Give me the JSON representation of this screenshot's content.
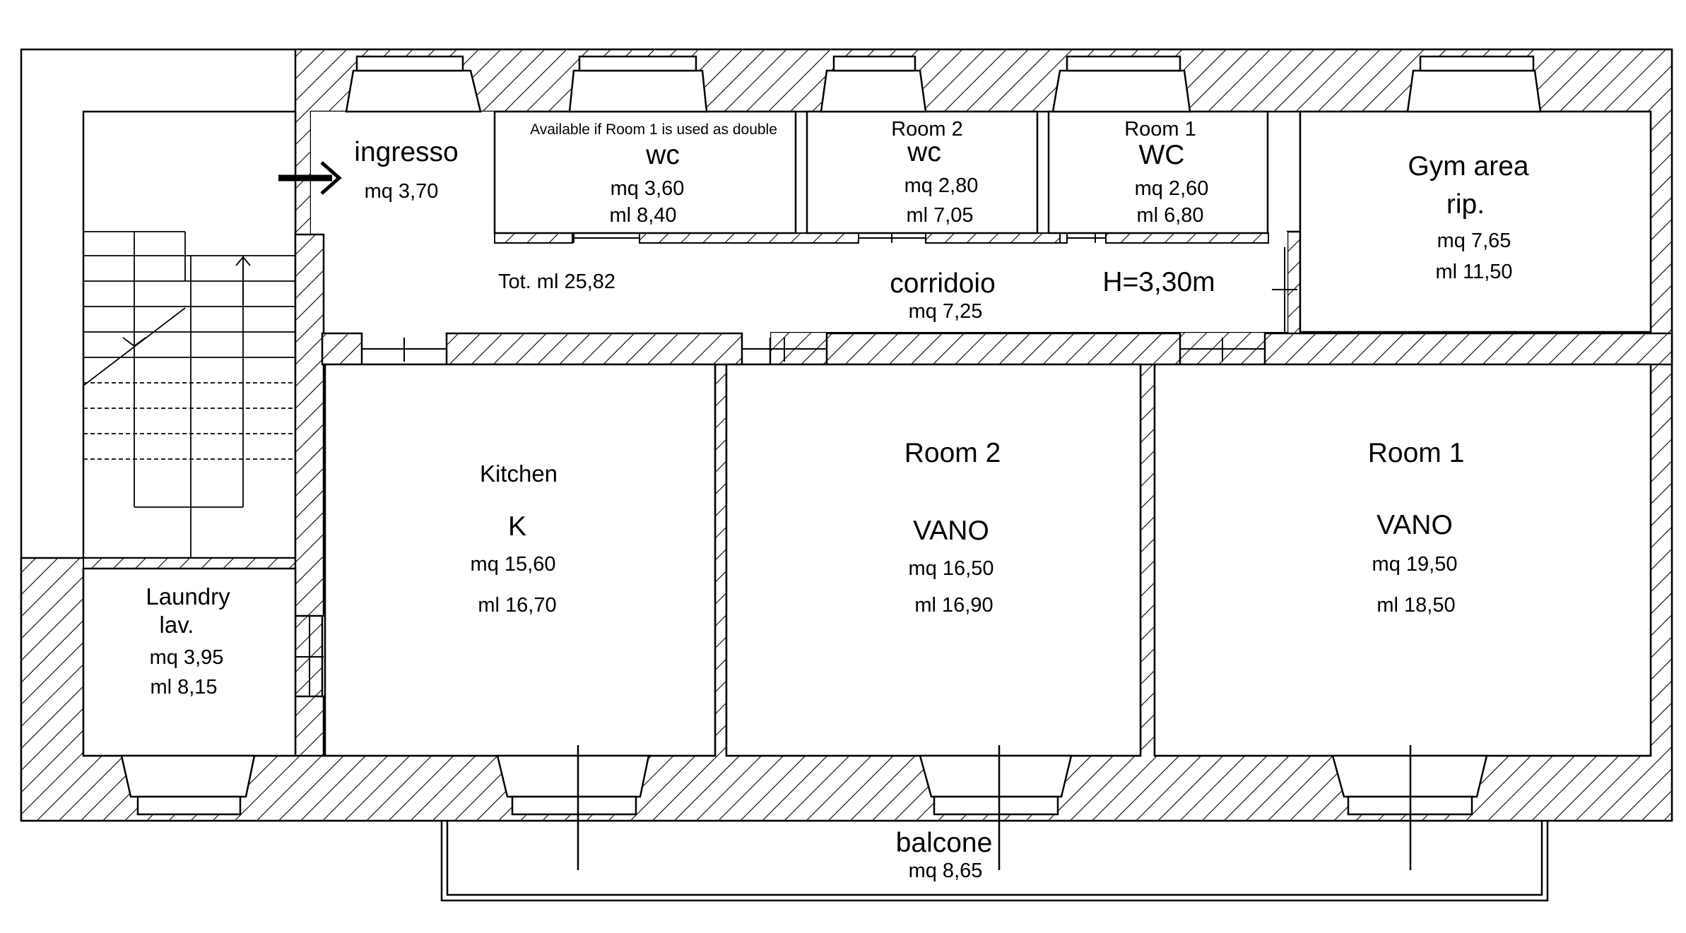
{
  "labels": {
    "ingresso": "ingresso",
    "ingresso_mq": "mq 3,70",
    "wc_note": "Available if Room 1 is used as double",
    "wc_a": "wc",
    "wc_a_mq": "mq 3,60",
    "wc_a_ml": "ml 8,40",
    "wc_b_title": "Room 2",
    "wc_b": "wc",
    "wc_b_mq": "mq 2,80",
    "wc_b_ml": "ml 7,05",
    "wc_c_title": "Room 1",
    "wc_c": "WC",
    "wc_c_mq": "mq 2,60",
    "wc_c_ml": "ml 6,80",
    "gym_title": "Gym area",
    "gym_sub": "rip.",
    "gym_mq": "mq 7,65",
    "gym_ml": "ml 11,50",
    "tot_ml": "Tot. ml 25,82",
    "corridoio": "corridoio",
    "corridoio_mq": "mq 7,25",
    "height": "H=3,30m",
    "kitchen_title": "Kitchen",
    "kitchen_sub": "K",
    "kitchen_mq": "mq 15,60",
    "kitchen_ml": "ml 16,70",
    "room2_title": "Room 2",
    "room2_sub": "VANO",
    "room2_mq": "mq 16,50",
    "room2_ml": "ml 16,90",
    "room1_title": "Room 1",
    "room1_sub": "VANO",
    "room1_mq": "mq 19,50",
    "room1_ml": "ml 18,50",
    "laundry_title": "Laundry",
    "laundry_sub": "lav.",
    "laundry_mq": "mq 3,95",
    "laundry_ml": "ml 8,15",
    "balcone": "balcone",
    "balcone_mq": "mq 8,65"
  }
}
